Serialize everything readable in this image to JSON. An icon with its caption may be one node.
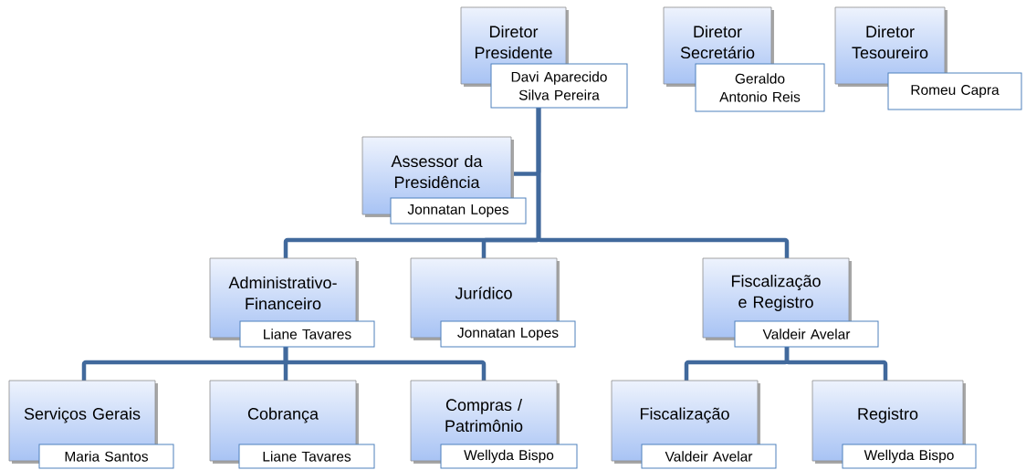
{
  "diagram": {
    "nodes": [
      {
        "text": [
          "Diretor Presidente",
          "Davi Aparecido Silva Pereira"
        ]
      },
      {
        "text": [
          "Diretor Secretário",
          "Geraldo Antonio Reis"
        ]
      },
      {
        "text": [
          "Diretor Tesoureiro",
          "Romeu Capra"
        ]
      },
      {
        "text": [
          "Assessor da Presidência",
          "Jonnatan Lopes"
        ]
      },
      {
        "text": [
          "Administrativo-Financeiro",
          "Liane Tavares"
        ]
      },
      {
        "text": [
          "Jurídico",
          "Jonnatan Lopes"
        ]
      },
      {
        "text": [
          "Fiscalização e Registro",
          "Valdeir Avelar"
        ]
      },
      {
        "text": [
          "Serviços Gerais",
          "Maria Santos"
        ]
      },
      {
        "text": [
          "Cobrança",
          "Liane Tavares"
        ]
      },
      {
        "text": [
          "Compras / Patrimônio",
          "Wellyda Bispo"
        ]
      },
      {
        "text": [
          "Fiscalização",
          "Valdeir Avelar"
        ]
      },
      {
        "text": [
          "Registro",
          "Wellyda Bispo"
        ]
      }
    ],
    "edges": [
      {
        "from": 0,
        "to": 3,
        "arrow": "none"
      },
      {
        "from": 0,
        "to": 4,
        "arrow": "none"
      },
      {
        "from": 0,
        "to": 5,
        "arrow": "none"
      },
      {
        "from": 0,
        "to": 6,
        "arrow": "none"
      },
      {
        "from": 4,
        "to": 7,
        "arrow": "none"
      },
      {
        "from": 4,
        "to": 8,
        "arrow": "none"
      },
      {
        "from": 4,
        "to": 9,
        "arrow": "none"
      },
      {
        "from": 6,
        "to": 10,
        "arrow": "none"
      },
      {
        "from": 6,
        "to": 11,
        "arrow": "none"
      }
    ]
  }
}
